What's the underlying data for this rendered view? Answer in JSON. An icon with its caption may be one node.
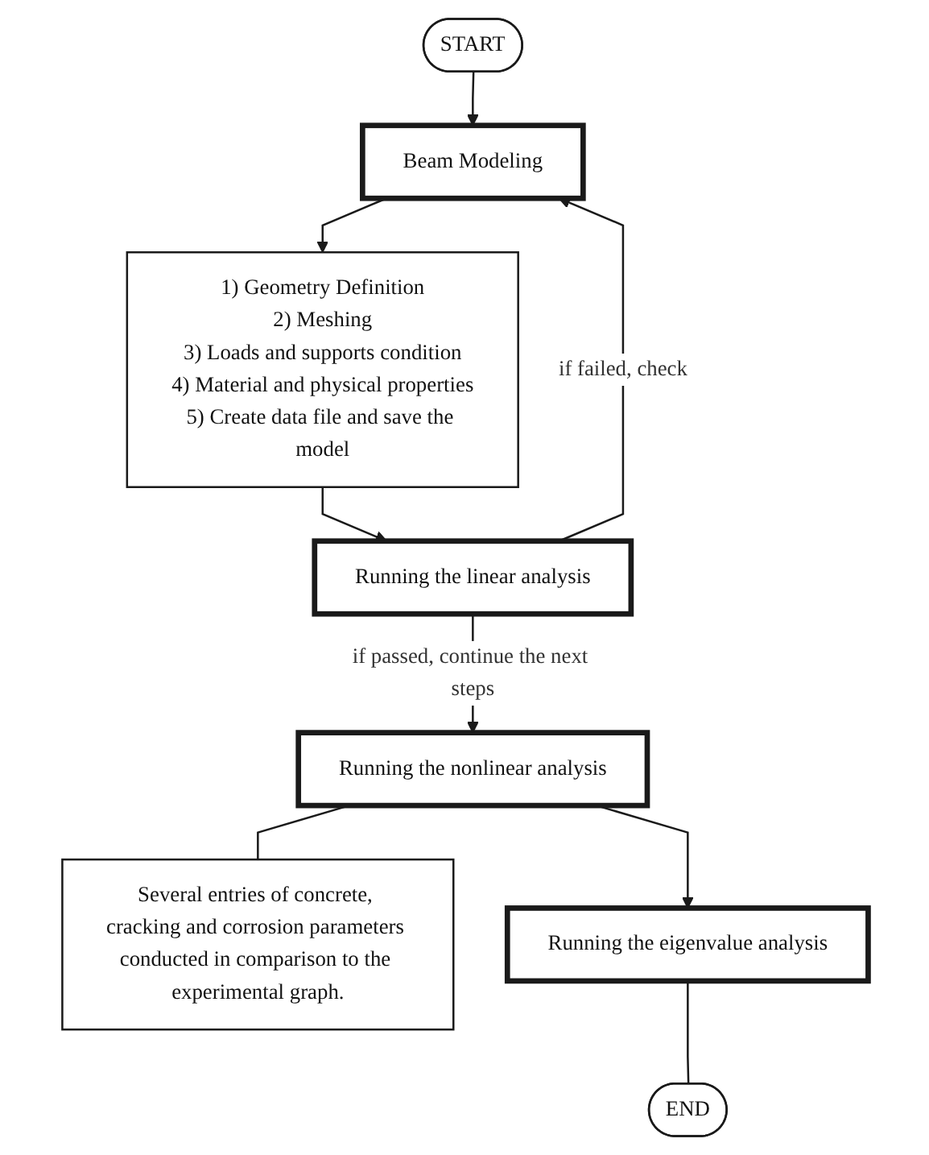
{
  "diagram": {
    "nodes": [
      {
        "text": [
          "START"
        ]
      },
      {
        "text": [
          "Beam Modeling"
        ]
      },
      {
        "text": [
          "1) Geometry Definition",
          "2) Meshing",
          "3) Loads and supports condition",
          "4) Material and physical properties",
          "5) Create data file and save the model"
        ]
      },
      {
        "text": [
          "Running the linear analysis"
        ]
      },
      {
        "text": [
          "Running the nonlinear analysis"
        ]
      },
      {
        "text": [
          "Several entries of concrete, cracking and corrosion parameters conducted in comparison to the experimental graph."
        ]
      },
      {
        "text": [
          "Running the eigenvalue analysis"
        ]
      },
      {
        "text": [
          "END"
        ]
      }
    ],
    "edges": [
      {
        "from": 0,
        "to": 1,
        "arrow": "to"
      },
      {
        "from": 1,
        "to": 2,
        "arrow": "to"
      },
      {
        "from": 2,
        "to": 3,
        "arrow": "to"
      },
      {
        "from": 3,
        "to": 1,
        "arrow": "to",
        "label": "if failed, check"
      },
      {
        "from": 3,
        "to": 4,
        "arrow": "to",
        "label": "if passed, continue the next steps"
      },
      {
        "from": 4,
        "to": 5,
        "arrow": "none"
      },
      {
        "from": 4,
        "to": 6,
        "arrow": "to"
      },
      {
        "from": 6,
        "to": 7,
        "arrow": "none"
      }
    ]
  }
}
